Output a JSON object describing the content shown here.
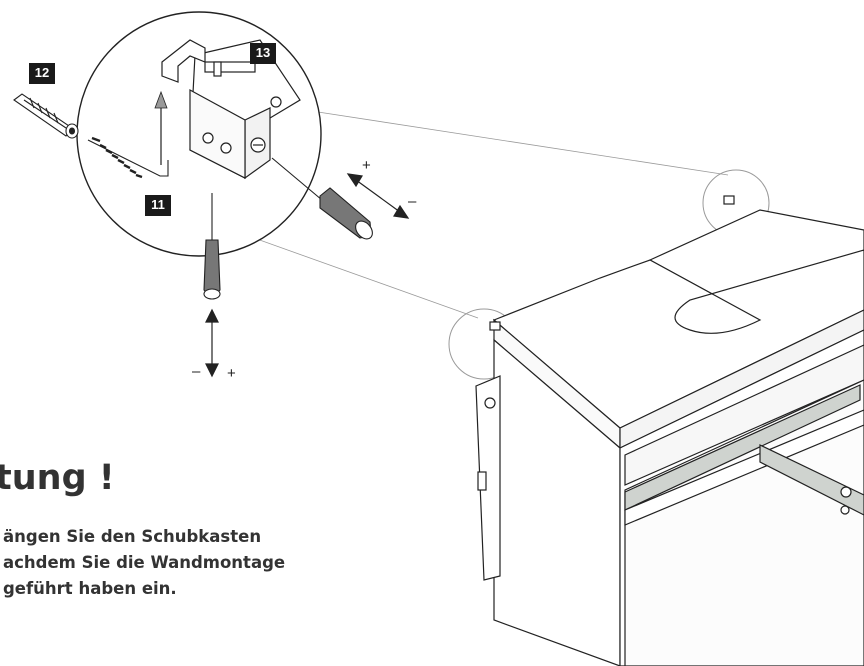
{
  "labels": {
    "part_12": "12",
    "part_13": "13",
    "part_11": "11"
  },
  "signs": {
    "right_plus": "+",
    "right_minus": "–",
    "bottom_minus": "–",
    "bottom_plus": "+"
  },
  "warning": {
    "title": "tung !",
    "lines": [
      "ängen Sie den Schubkasten",
      "achdem Sie die Wandmontage",
      "geführt haben ein."
    ]
  },
  "colors": {
    "ink": "#1a1a1a",
    "text": "#333333",
    "callout_line": "#9a9a9a",
    "rail": "#cfd3cf"
  },
  "icons": [
    "screwdriver-icon",
    "wall-plug-icon",
    "hook-screw-icon",
    "bracket-icon",
    "double-arrow-icon"
  ]
}
